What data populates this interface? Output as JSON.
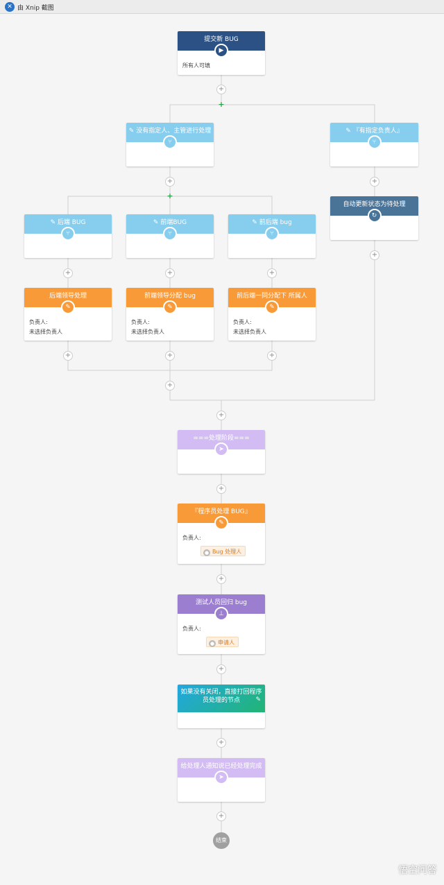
{
  "window": {
    "title": "由 Xnip 截图"
  },
  "colors": {
    "dark_blue": "#2c5185",
    "light_blue": "#87cdee",
    "orange": "#f89a38",
    "lavender": "#d3bcf3",
    "purple": "#9b7ecf",
    "steel": "#4a7497",
    "green_gradient_start": "#22a7e0",
    "green_gradient_end": "#22b573",
    "end": "#a0a0a0"
  },
  "nodes": {
    "submit": {
      "title": "提交新 BUG",
      "text": "所有人可填",
      "icon": "play-icon"
    },
    "no_assignee": {
      "title": "没有指定人、主管进行处理",
      "icon": "branch-icon"
    },
    "has_assignee": {
      "title": "『有指定负责人』",
      "icon": "branch-icon"
    },
    "backend": {
      "title": "后端 BUG",
      "icon": "branch-icon"
    },
    "frontend": {
      "title": "前端BUG",
      "icon": "branch-icon"
    },
    "fullstack": {
      "title": "前后端 bug",
      "icon": "branch-icon"
    },
    "auto_update": {
      "title": "自动更新状态为待处理",
      "icon": "refresh-icon"
    },
    "backend_lead": {
      "title": "后端领导处理",
      "owner_label": "负责人:",
      "owner_value": "未选择负责人",
      "icon": "edit-icon"
    },
    "frontend_lead": {
      "title": "前端领导分配 bug",
      "owner_label": "负责人:",
      "owner_value": "未选择负责人",
      "icon": "edit-icon"
    },
    "fullstack_lead": {
      "title": "前后端一同分配下 所属人",
      "owner_label": "负责人:",
      "owner_value": "未选择负责人",
      "icon": "edit-icon"
    },
    "stage": {
      "title": "===处理阶段===",
      "icon": "send-icon"
    },
    "dev_handle": {
      "title": "『程序员处理 BUG』",
      "owner_label": "负责人:",
      "owner_value": "Bug 处理人",
      "icon": "edit-icon"
    },
    "tester_return": {
      "title": "测试人员回归 bug",
      "owner_label": "负责人:",
      "owner_value": "申请人",
      "icon": "stamp-icon"
    },
    "reopen": {
      "title_line1": "如果没有关闭，直接打回程序",
      "title_line2": "员处理的节点",
      "icon": "pencil-icon"
    },
    "notify": {
      "title": "给处理人通知说已经处理完成",
      "icon": "send-icon"
    },
    "end": {
      "label": "结束"
    }
  },
  "watermark": "悟空问答"
}
